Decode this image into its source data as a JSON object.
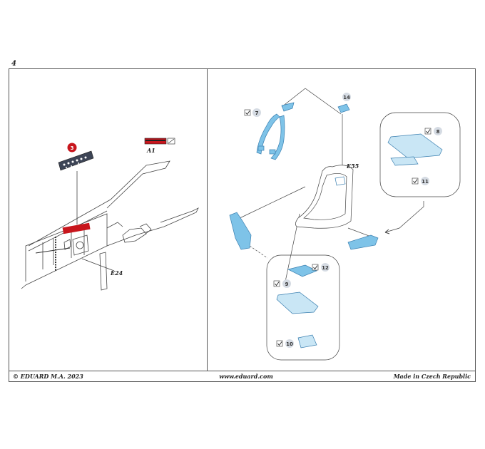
{
  "page": {
    "number": "4"
  },
  "footer": {
    "copyright": "© EDUARD  M.A. 2023",
    "website": "www.eduard.com",
    "origin": "Made in Czech Republic"
  },
  "left_panel": {
    "step_badge": "3",
    "color_ref": "A1",
    "part_label": "E24"
  },
  "right_panel": {
    "part_seat": "E55",
    "callouts": [
      "7",
      "14",
      "8",
      "11",
      "12",
      "9",
      "10"
    ]
  },
  "colors": {
    "pe_part": "#7ec3e8",
    "pe_outline": "#3a7fb0",
    "accent_red": "#c8161d",
    "badge_bg": "#c8161d",
    "callout_bg": "#d5dbe3"
  }
}
